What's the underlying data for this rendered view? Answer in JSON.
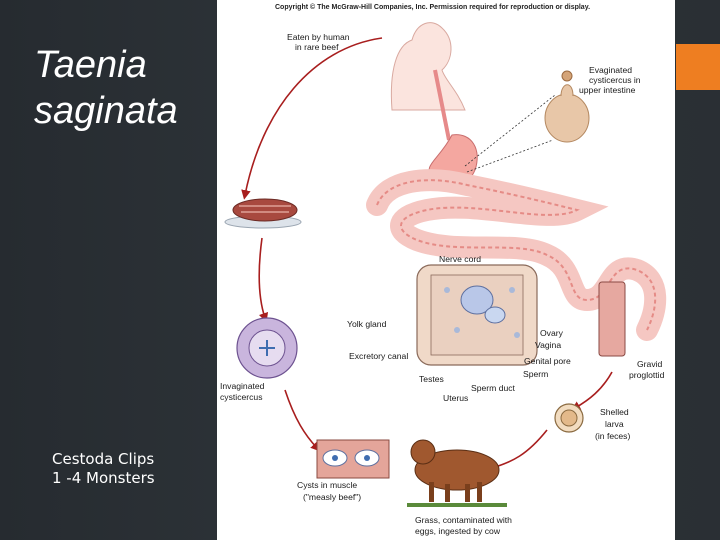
{
  "slide": {
    "title_line1": "Taenia",
    "title_line2": "saginata",
    "caption_line1": "Cestoda Clips",
    "caption_line2": "1 -4 Monsters",
    "accent_color": "#ee7e21",
    "background_color": "#2b3035"
  },
  "figure": {
    "copyright": "Copyright © The McGraw-Hill Companies, Inc. Permission required for reproduction or display.",
    "labels": {
      "eaten_1": "Eaten by human",
      "eaten_2": "in rare beef",
      "evag_1": "Evaginated",
      "evag_2": "cysticercus in",
      "evag_3": "upper intestine",
      "nerve": "Nerve cord",
      "yolk": "Yolk gland",
      "excretory": "Excretory canal",
      "ovary": "Ovary",
      "vagina": "Vagina",
      "genital": "Genital pore",
      "sperm": "Sperm",
      "testes": "Testes",
      "sperm_duct": "Sperm duct",
      "uterus": "Uterus",
      "gravid_1": "Gravid",
      "gravid_2": "proglottid",
      "shelled_1": "Shelled",
      "shelled_2": "larva",
      "shelled_3": "(in feces)",
      "invag_1": "Invaginated",
      "invag_2": "cysticercus",
      "cysts_1": "Cysts in muscle",
      "cysts_2": "(\"measly beef\")",
      "grass_1": "Grass, contaminated with",
      "grass_2": "eggs, ingested by cow"
    }
  }
}
